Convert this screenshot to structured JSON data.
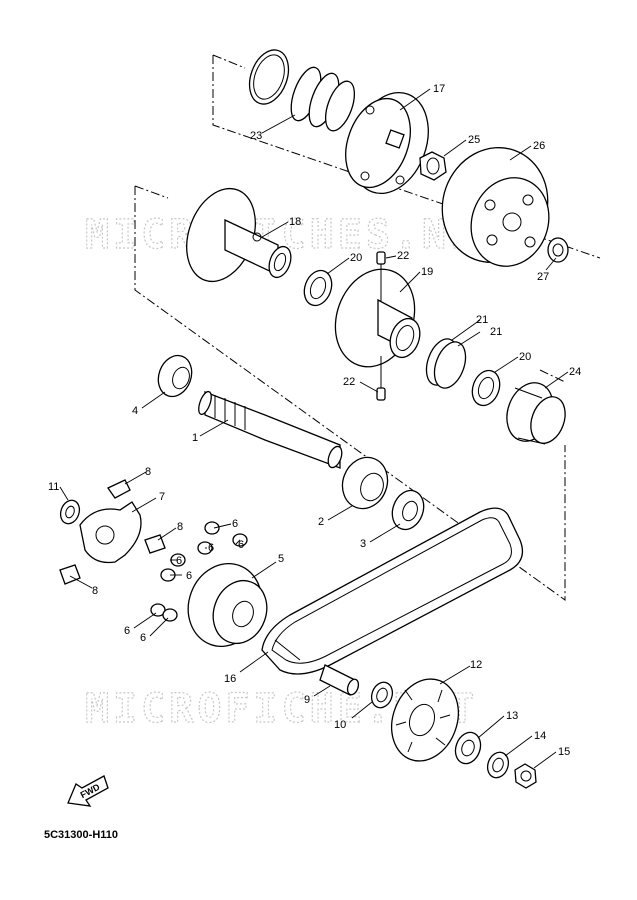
{
  "watermarks": [
    "MICROFICHES.NET",
    "MICROFICHE.NET"
  ],
  "diagram_code": "5C31300-H110",
  "fwd_label": "FWD",
  "callouts": [
    "1",
    "2",
    "3",
    "4",
    "5",
    "6",
    "6",
    "6",
    "6",
    "6",
    "6",
    "6",
    "7",
    "8",
    "8",
    "8",
    "9",
    "10",
    "11",
    "12",
    "13",
    "14",
    "15",
    "16",
    "17",
    "18",
    "19",
    "20",
    "20",
    "21",
    "21",
    "22",
    "22",
    "23",
    "24",
    "25",
    "26",
    "27"
  ]
}
